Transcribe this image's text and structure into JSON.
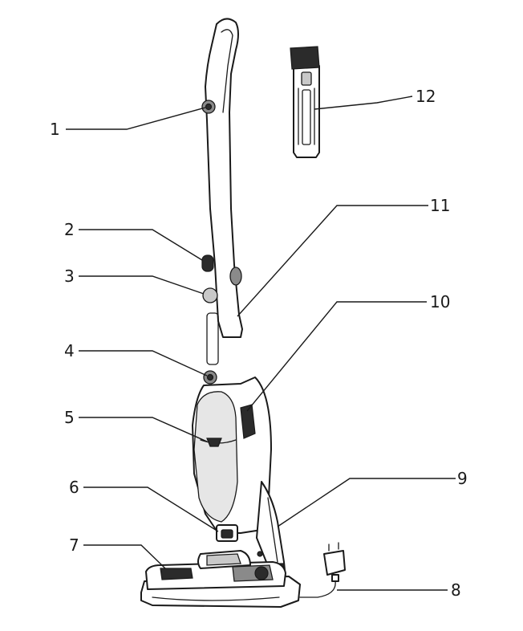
{
  "callouts": [
    {
      "id": "1",
      "label": "1"
    },
    {
      "id": "2",
      "label": "2"
    },
    {
      "id": "3",
      "label": "3"
    },
    {
      "id": "4",
      "label": "4"
    },
    {
      "id": "5",
      "label": "5"
    },
    {
      "id": "6",
      "label": "6"
    },
    {
      "id": "7",
      "label": "7"
    },
    {
      "id": "8",
      "label": "8"
    },
    {
      "id": "9",
      "label": "9"
    },
    {
      "id": "10",
      "label": "10"
    },
    {
      "id": "11",
      "label": "11"
    },
    {
      "id": "12",
      "label": "12"
    }
  ],
  "colors": {
    "line": "#1a1a1a",
    "background": "#ffffff",
    "accent_dark": "#2b2b2b",
    "accent_grey": "#8a8a8a"
  }
}
